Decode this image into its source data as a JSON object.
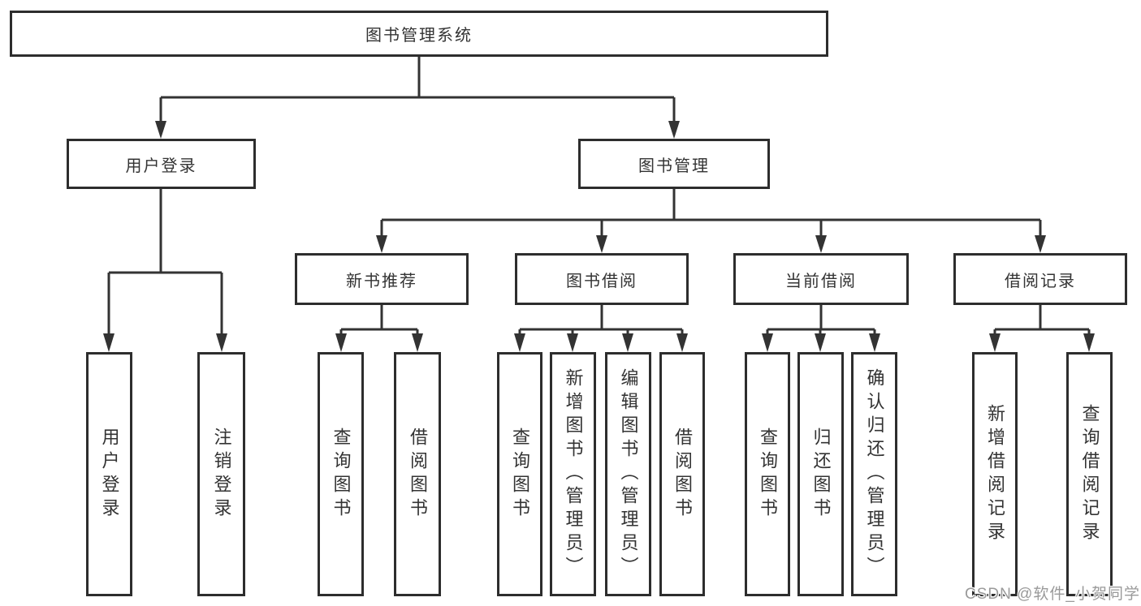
{
  "tree": {
    "root": {
      "label": "图书管理系统",
      "children": [
        {
          "label": "用户登录",
          "children": [
            {
              "label": "用户登录"
            },
            {
              "label": "注销登录"
            }
          ]
        },
        {
          "label": "图书管理",
          "children": [
            {
              "label": "新书推荐",
              "children": [
                {
                  "label": "查询图书"
                },
                {
                  "label": "借阅图书"
                }
              ]
            },
            {
              "label": "图书借阅",
              "children": [
                {
                  "label": "查询图书"
                },
                {
                  "label": "新增图书（管理员）"
                },
                {
                  "label": "编辑图书（管理员）"
                },
                {
                  "label": "借阅图书"
                }
              ]
            },
            {
              "label": "当前借阅",
              "children": [
                {
                  "label": "查询图书"
                },
                {
                  "label": "归还图书"
                },
                {
                  "label": "确认归还（管理员）"
                }
              ]
            },
            {
              "label": "借阅记录",
              "children": [
                {
                  "label": "新增借阅记录"
                },
                {
                  "label": "查询借阅记录"
                }
              ]
            }
          ]
        }
      ]
    }
  },
  "watermark": {
    "text": "CSDN @软件_小贺同学"
  },
  "colors": {
    "box_border": "#2d2d2d",
    "connector": "#333333",
    "text": "#333333",
    "watermark": "#9a9a9a",
    "background": "#ffffff"
  }
}
